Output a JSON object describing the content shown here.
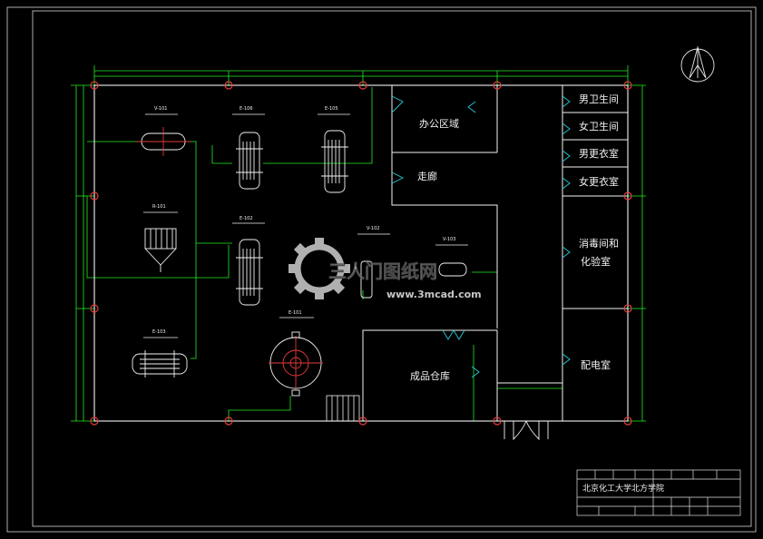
{
  "title_block": {
    "school": "北京化工大学北方学院",
    "cells": [
      "",
      "",
      "",
      "",
      "",
      "",
      "",
      "",
      ""
    ]
  },
  "rooms": {
    "office": "办公区域",
    "corridor": "走廊",
    "mens_toilet": "男卫生间",
    "womens_toilet": "女卫生间",
    "mens_locker": "男更衣室",
    "womens_locker": "女更衣室",
    "disinfection_1": "消毒间和",
    "disinfection_2": "化验室",
    "power_room": "配电室",
    "warehouse": "成品仓库"
  },
  "equipment": {
    "v101": "V-101",
    "e106": "E-106",
    "e105": "E-105",
    "r101": "R-101",
    "e102": "E-102",
    "v102": "V-102",
    "v103": "V-103",
    "e103": "E-103",
    "e101": "E-101"
  },
  "watermark": {
    "brand": "三人门图纸网",
    "url": "www.3mcad.com"
  },
  "colors": {
    "background": "#000000",
    "outline": "#f2f2f2",
    "dimension": "#22ee22",
    "column_bubble": "#e33b3b",
    "door_swing": "#27c9d8",
    "watermark": "#cfcfcf"
  }
}
